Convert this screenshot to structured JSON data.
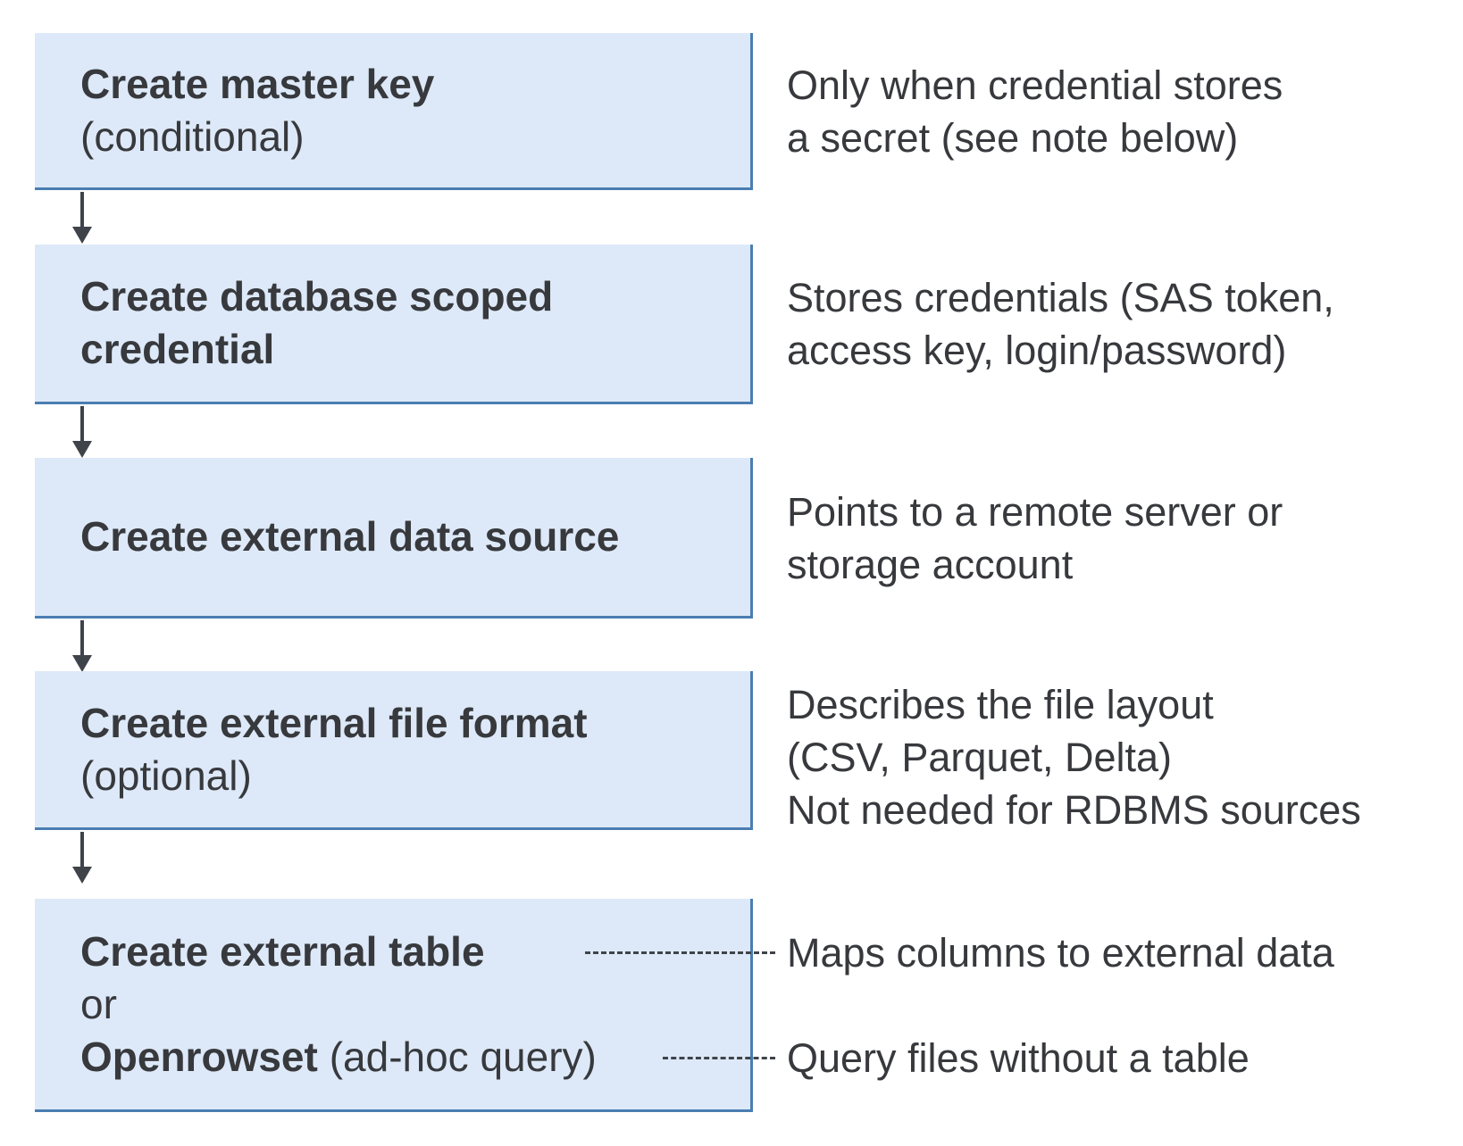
{
  "diagram": {
    "boxes": [
      {
        "title": "Create master key",
        "subtitle": "(conditional)"
      },
      {
        "title": "Create database scoped credential"
      },
      {
        "title": "Create external data source"
      },
      {
        "title": "Create external file format",
        "subtitle": "(optional)"
      },
      {
        "title": "Create external table",
        "or_label": "or",
        "alt_title": "Openrowset",
        "alt_suffix": "(ad-hoc query)"
      }
    ],
    "annotations": [
      {
        "lines": [
          "Only when credential stores",
          "a secret (see note below)"
        ]
      },
      {
        "lines": [
          "Stores credentials (SAS token,",
          "access key, login/password)"
        ]
      },
      {
        "lines": [
          "Points to a remote server or",
          "storage account"
        ]
      },
      {
        "lines": [
          "Describes the file layout",
          "(CSV, Parquet, Delta)",
          "Not needed for RDBMS sources"
        ]
      },
      {
        "lines": [
          "Maps columns to external data"
        ]
      },
      {
        "lines": [
          "Query files without a table"
        ]
      }
    ],
    "colors": {
      "box_fill": "#dde9f8",
      "box_border": "#4a7eb2",
      "text": "#37393d",
      "connector": "#3f434a"
    }
  }
}
